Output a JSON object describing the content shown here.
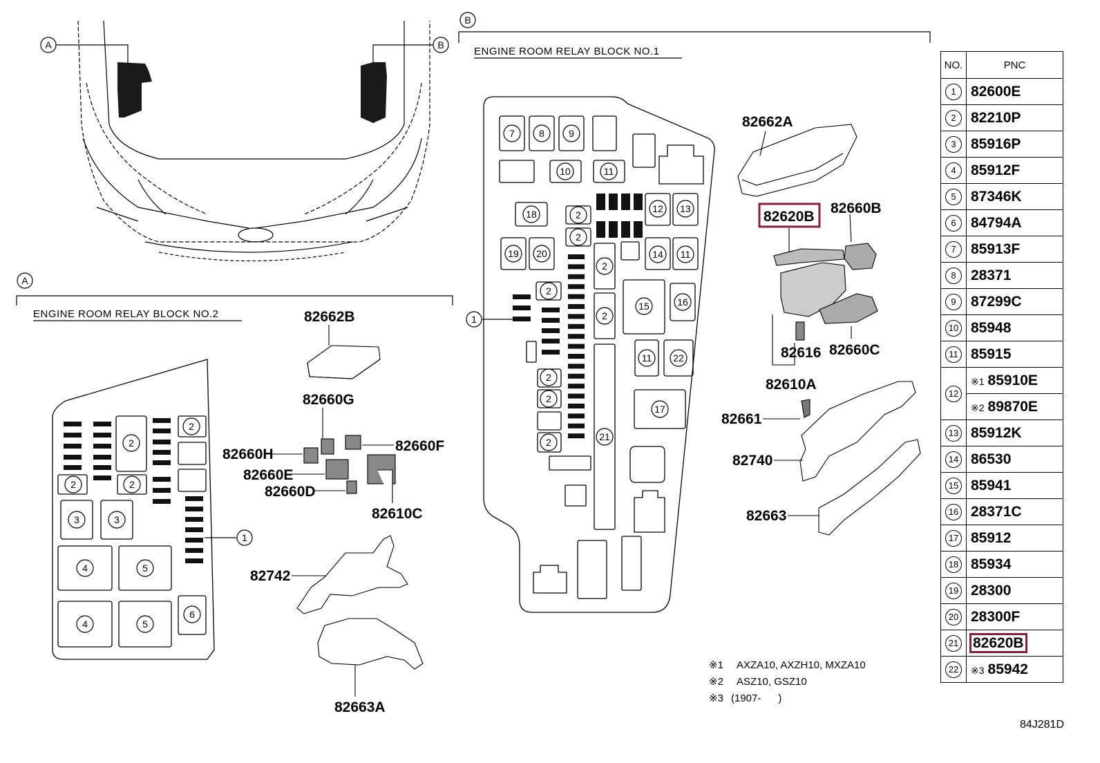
{
  "views": {
    "a": "A",
    "b": "B"
  },
  "relay_block_1": {
    "title": "ENGINE ROOM RELAY BLOCK NO.1",
    "fuse_numbers": [
      "7",
      "8",
      "9",
      "10",
      "11",
      "18",
      "19",
      "20",
      "12",
      "13",
      "14",
      "11",
      "15",
      "16",
      "11",
      "22",
      "17",
      "21",
      "2",
      "2",
      "2",
      "2",
      "2",
      "2",
      "2",
      "2",
      "1"
    ],
    "part_labels": {
      "p82662A": "82662A",
      "p82620B": "82620B",
      "p82660B": "82660B",
      "p82616": "82616",
      "p82660C": "82660C",
      "p82610A": "82610A",
      "p82661": "82661",
      "p82740": "82740",
      "p82663": "82663"
    }
  },
  "relay_block_2": {
    "title": "ENGINE ROOM RELAY BLOCK NO.2",
    "fuse_numbers": [
      "2",
      "2",
      "2",
      "2",
      "3",
      "3",
      "4",
      "5",
      "4",
      "5",
      "6",
      "1"
    ],
    "part_labels": {
      "p82662B": "82662B",
      "p82660G": "82660G",
      "p82660H": "82660H",
      "p82660F": "82660F",
      "p82660E": "82660E",
      "p82660D": "82660D",
      "p82610C": "82610C",
      "p82742": "82742",
      "p82663A": "82663A"
    }
  },
  "notes": {
    "n1_mark": "※1",
    "n1_text": "AXZA10, AXZH10, MXZA10",
    "n2_mark": "※2",
    "n2_text": "ASZ10, GSZ10",
    "n3_mark": "※3",
    "n3_text": "(1907-      )"
  },
  "table": {
    "header_no": "NO.",
    "header_pnc": "PNC",
    "rows": [
      {
        "no": "1",
        "pnc": "82600E"
      },
      {
        "no": "2",
        "pnc": "82210P"
      },
      {
        "no": "3",
        "pnc": "85916P"
      },
      {
        "no": "4",
        "pnc": "85912F"
      },
      {
        "no": "5",
        "pnc": "87346K"
      },
      {
        "no": "6",
        "pnc": "84794A"
      },
      {
        "no": "7",
        "pnc": "85913F"
      },
      {
        "no": "8",
        "pnc": "28371"
      },
      {
        "no": "9",
        "pnc": "87299C"
      },
      {
        "no": "10",
        "pnc": "85948"
      },
      {
        "no": "11",
        "pnc": "85915"
      },
      {
        "no": "12",
        "mark_a": "※1",
        "pnc_a": "85910E",
        "mark_b": "※2",
        "pnc_b": "89870E"
      },
      {
        "no": "13",
        "pnc": "85912K"
      },
      {
        "no": "14",
        "pnc": "86530"
      },
      {
        "no": "15",
        "pnc": "85941"
      },
      {
        "no": "16",
        "pnc": "28371C"
      },
      {
        "no": "17",
        "pnc": "85912"
      },
      {
        "no": "18",
        "pnc": "85934"
      },
      {
        "no": "19",
        "pnc": "28300"
      },
      {
        "no": "20",
        "pnc": "28300F"
      },
      {
        "no": "21",
        "pnc": "82620B"
      },
      {
        "no": "22",
        "mark": "※3",
        "pnc": "85942"
      }
    ]
  },
  "highlight_color": "#8b1c3a",
  "diagram_code": "84J281D"
}
